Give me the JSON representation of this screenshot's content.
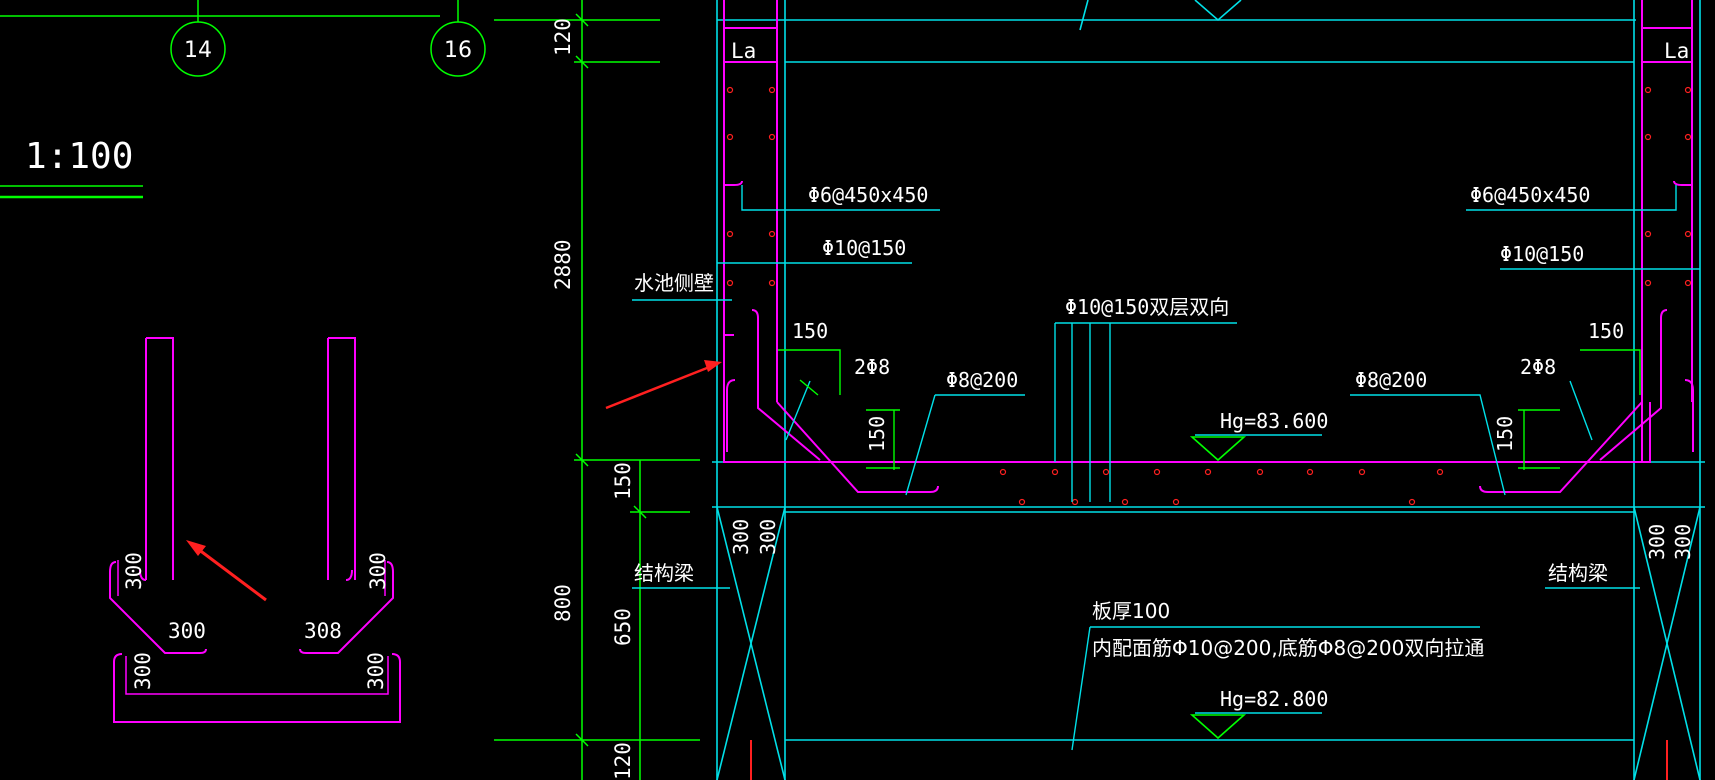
{
  "colors": {
    "background": "#000000",
    "cyan": "#00e0e8",
    "green": "#00ff00",
    "magenta": "#ff00ff",
    "white": "#ffffff",
    "red": "#ff2020"
  },
  "drawing": {
    "scale": "1:100",
    "axis_left": "14",
    "axis_right": "16",
    "anchor_left": "La",
    "anchor_right": "La",
    "stirrup_left": "Φ6@450x450",
    "stirrup_right": "Φ6@450x450",
    "wall_bar_left": "Φ10@150",
    "wall_bar_right": "Φ10@150",
    "side_wall": "水池侧壁",
    "slab_bar": "Φ10@150双层双向",
    "haunch_left": "150",
    "haunch_right": "150",
    "corner_bar_left": "2Φ8",
    "corner_bar_right": "2Φ8",
    "haunch_bar_left": "Φ8@200",
    "haunch_bar_right": "Φ8@200",
    "haunch_v_left": "150",
    "haunch_v_right": "150",
    "elev_top": "Hg=83.600",
    "elev_bottom": "Hg=82.800",
    "struct_beam_left": "结构梁",
    "struct_beam_right": "结构梁",
    "slab_thickness": "板厚100",
    "slab_note": "内配面筋Φ10@200,底筋Φ8@200双向拉通",
    "dims": {
      "d120_top": "120",
      "d2880": "2880",
      "d150": "150",
      "d800": "800",
      "d650": "650",
      "d120_bottom": "120",
      "d300_col_a": "300",
      "d300_col_b": "300",
      "d300_col_c": "300",
      "d300_col_d": "300"
    },
    "detail": {
      "d300_1": "300",
      "d300_2": "300",
      "d300_3": "300",
      "d300_4": "308",
      "d300_5": "300",
      "d300_6": "300"
    }
  }
}
